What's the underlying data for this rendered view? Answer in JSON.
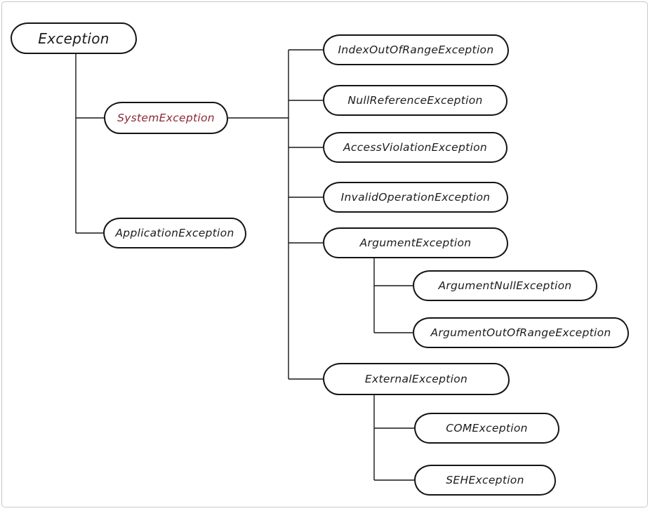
{
  "diagram": {
    "nodes": {
      "exception": "Exception",
      "system_exception": "SystemException",
      "application_exception": "ApplicationException",
      "index_out_of_range_exception": "IndexOutOfRangeException",
      "null_reference_exception": "NullReferenceException",
      "access_violation_exception": "AccessViolationException",
      "invalid_operation_exception": "InvalidOperationException",
      "argument_exception": "ArgumentException",
      "argument_null_exception": "ArgumentNullException",
      "argument_out_of_range_exception": "ArgumentOutOfRangeException",
      "external_exception": "ExternalException",
      "com_exception": "COMException",
      "seh_exception": "SEHException"
    },
    "hierarchy": [
      {
        "parent": "Exception",
        "children": [
          "SystemException",
          "ApplicationException"
        ]
      },
      {
        "parent": "SystemException",
        "children": [
          "IndexOutOfRangeException",
          "NullReferenceException",
          "AccessViolationException",
          "InvalidOperationException",
          "ArgumentException",
          "ExternalException"
        ]
      },
      {
        "parent": "ArgumentException",
        "children": [
          "ArgumentNullException",
          "ArgumentOutOfRangeException"
        ]
      },
      {
        "parent": "ExternalException",
        "children": [
          "COMException",
          "SEHException"
        ]
      }
    ],
    "colors": {
      "ink": "#141414",
      "highlight_text": "#8c2837",
      "frame_border": "#c8c8c8",
      "background": "#ffffff"
    }
  }
}
